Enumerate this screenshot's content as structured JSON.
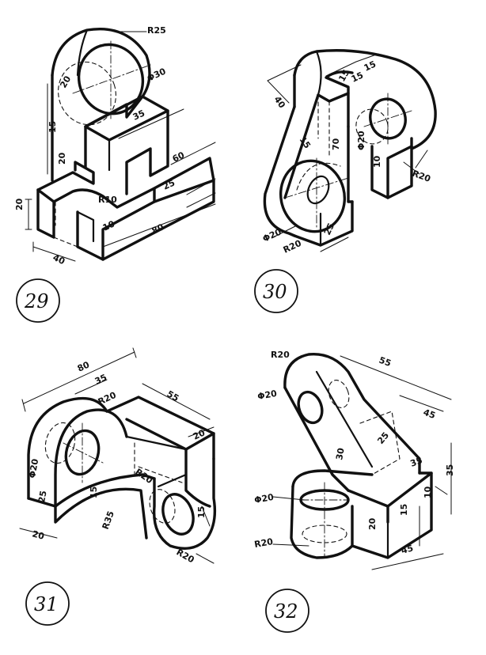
{
  "figures": [
    {
      "number": "29",
      "dims": [
        "R25",
        "Φ30",
        "20",
        "35",
        "15",
        "20",
        "60",
        "25",
        "20",
        "R10",
        "10",
        "80",
        "40"
      ]
    },
    {
      "number": "30",
      "dims": [
        "15",
        "15",
        "15",
        "40",
        "Φ20",
        "15",
        "70",
        "10",
        "R20",
        "Φ20",
        "R20",
        "25"
      ]
    },
    {
      "number": "31",
      "dims": [
        "80",
        "35",
        "55",
        "R20",
        "20",
        "Φ20",
        "25",
        "15",
        "R20",
        "R35",
        "15",
        "20",
        "R20"
      ]
    },
    {
      "number": "32",
      "dims": [
        "R20",
        "55",
        "Φ20",
        "45",
        "25",
        "30",
        "35",
        "35",
        "Φ20",
        "10",
        "15",
        "20",
        "R20",
        "45"
      ]
    }
  ]
}
